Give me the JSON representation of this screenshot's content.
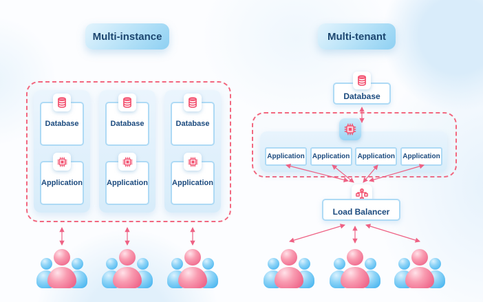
{
  "diagram": {
    "left": {
      "title": "Multi-instance",
      "columns": [
        {
          "database": "Database",
          "application": "Application"
        },
        {
          "database": "Database",
          "application": "Application"
        },
        {
          "database": "Database",
          "application": "Application"
        }
      ]
    },
    "right": {
      "title": "Multi-tenant",
      "database": "Database",
      "applications": [
        "Application",
        "Application",
        "Application",
        "Application"
      ],
      "load_balancer": "Load Balancer"
    },
    "icons": {
      "database": "database-icon",
      "application": "chip-icon",
      "load_balancer": "load-balancer-icon",
      "users": "user-group-icon"
    },
    "colors": {
      "dashed_border": "#f2677f",
      "arrow_pink": "#ee6184",
      "icon_pink": "#f2506e",
      "label_text": "#1b4a7e",
      "card_blue": "#d9edfa",
      "box_border": "#aedaf5",
      "badge_gradient_start": "#e3f4fd",
      "badge_gradient_end": "#8ed0f2",
      "user_pink": "#f06d8f",
      "user_blue": "#55bbf1"
    }
  }
}
